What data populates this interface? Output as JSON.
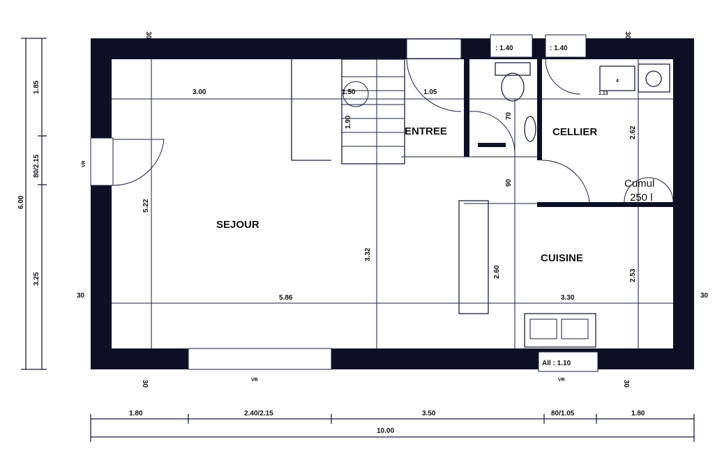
{
  "rooms": {
    "sejour": "SEJOUR",
    "entree": "ENTREE",
    "cellier": "CELLIER",
    "cuisine": "CUISINE",
    "cumulus_1": "Cumul",
    "cumulus_2": "250 l"
  },
  "interior_dims": {
    "sejour_width": "3.00",
    "sejour_height": "5.22",
    "stair_width": "1.50",
    "stair_len": "1.90",
    "entree_door": "1.05",
    "mid_height": "3.32",
    "sejour_length": "5.86",
    "wc_width": "70",
    "hall_width": "90",
    "cellier_height": "2.62",
    "cuisine_left_height": "2.60",
    "cuisine_right_height": "2.53",
    "cuisine_width": "3.30",
    "cellier_small": "1.13",
    "cellier_item": "4"
  },
  "windows": {
    "top_1": ": 1.40",
    "top_2": ": 1.40",
    "bottom_kitchen": "All : 1.10",
    "vr": "VR"
  },
  "left_dims": {
    "a": "1.85",
    "b": "80/2.15",
    "c": "3.25",
    "total": "6.00"
  },
  "bottom_dims": {
    "a": "1.80",
    "b": "2.40/2.15",
    "c": "3.50",
    "d": "80/1.05",
    "e": "1.80",
    "total": "10.00"
  },
  "markers": {
    "m": "30"
  }
}
